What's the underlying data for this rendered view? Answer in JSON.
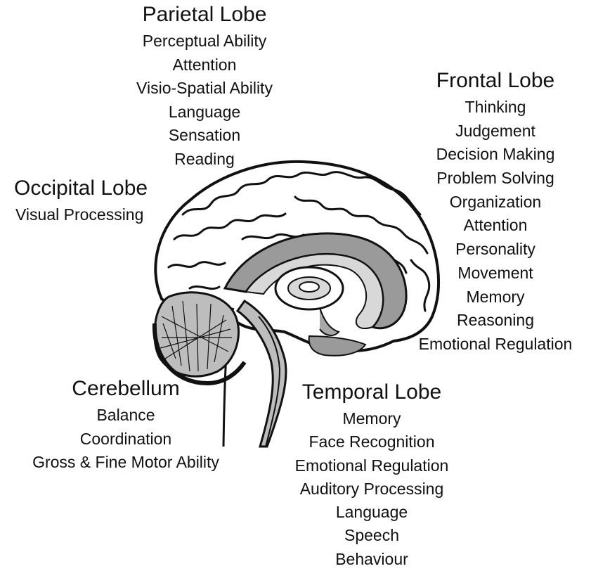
{
  "parietal": {
    "title": "Parietal Lobe",
    "functions": [
      "Perceptual Ability",
      "Attention",
      "Visio-Spatial Ability",
      "Language",
      "Sensation",
      "Reading"
    ]
  },
  "frontal": {
    "title": "Frontal Lobe",
    "functions": [
      "Thinking",
      "Judgement",
      "Decision Making",
      "Problem Solving",
      "Organization",
      "Attention",
      "Personality",
      "Movement",
      "Memory",
      "Reasoning",
      "Emotional Regulation"
    ]
  },
  "occipital": {
    "title": "Occipital Lobe",
    "functions": [
      "Visual Processing"
    ]
  },
  "cerebellum": {
    "title": "Cerebellum",
    "functions": [
      "Balance",
      "Coordination",
      "Gross & Fine Motor Ability"
    ]
  },
  "temporal": {
    "title": "Temporal Lobe",
    "functions": [
      "Memory",
      "Face Recognition",
      "Emotional Regulation",
      "Auditory Processing",
      "Language",
      "Speech",
      "Behaviour"
    ]
  },
  "colors": {
    "outline": "#111111",
    "gray_dark": "#7a7a7a",
    "gray_mid": "#a8a8a8",
    "gray_light": "#d8d8d8",
    "cerebellum_fill": "#bdbdbd"
  }
}
